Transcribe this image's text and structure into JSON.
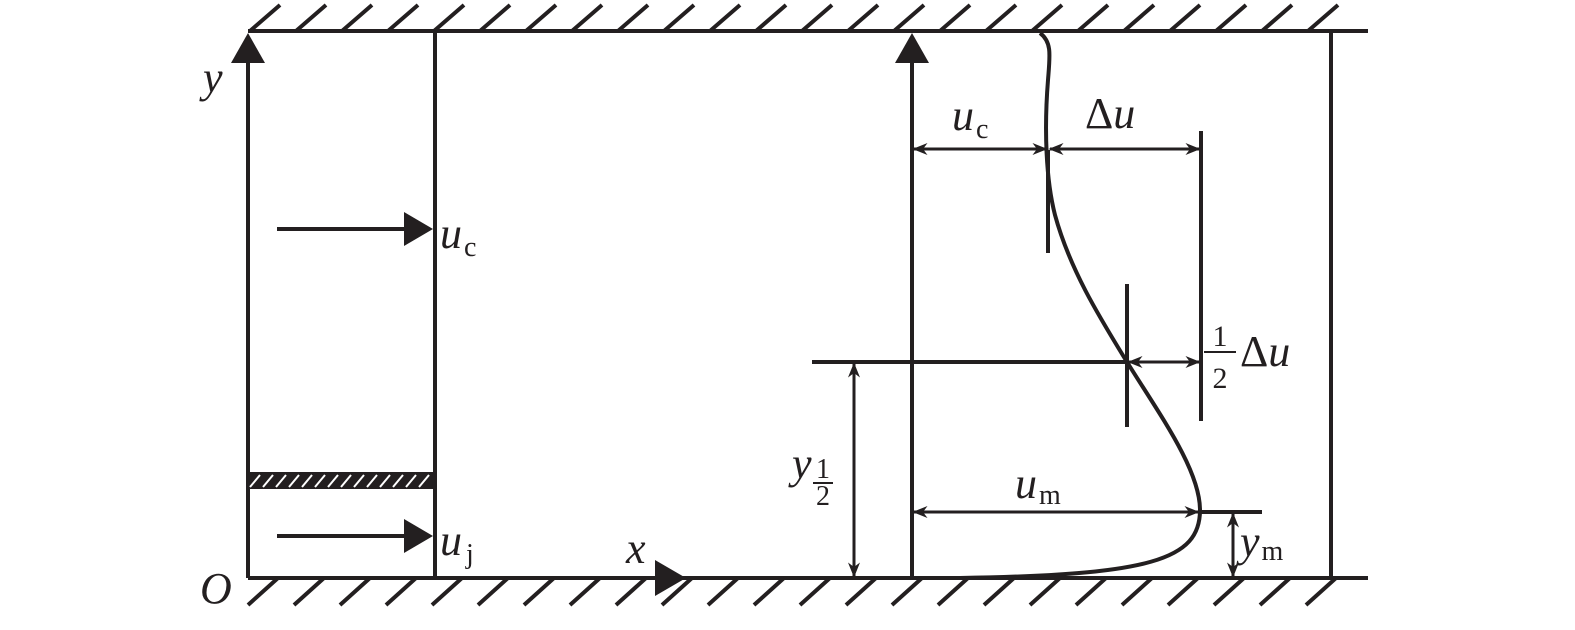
{
  "labels": {
    "y_axis": "y",
    "x_axis": "x",
    "origin": "O",
    "u": "u",
    "inlet_core_sub": "c",
    "inlet_jet_sub": "j",
    "delta": "Δ",
    "half_num": "1",
    "half_den": "2",
    "y": "y",
    "max_sub": "m"
  },
  "colors": {
    "ink": "#231f20",
    "background": "#ffffff"
  }
}
